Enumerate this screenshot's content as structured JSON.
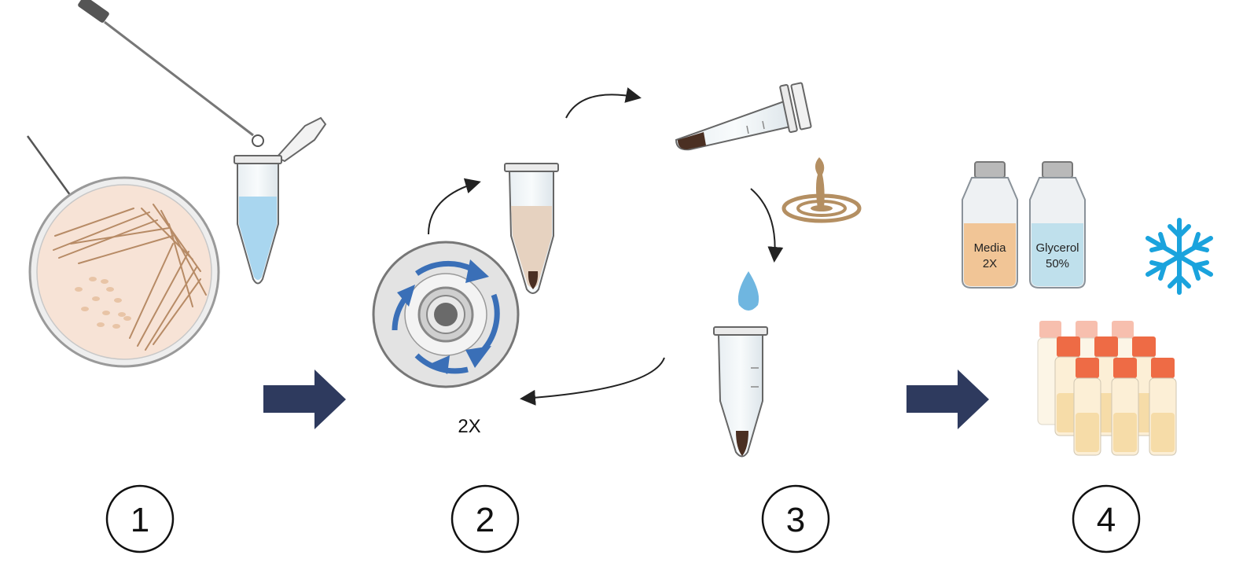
{
  "diagram": {
    "steps": [
      {
        "number": "1"
      },
      {
        "number": "2"
      },
      {
        "number": "3"
      },
      {
        "number": "4"
      }
    ],
    "repeat_label": "2X",
    "bottles": {
      "media": {
        "line1": "Media",
        "line2": "2X"
      },
      "glycerol": {
        "line1": "Glycerol",
        "line2": "50%"
      }
    },
    "colors": {
      "arrow": "#2e3a5e",
      "plate": "#f7e3d6",
      "streak": "#b78b66",
      "liquid_blue": "#a9d6ef",
      "pellet": "#4a2f22",
      "rotor_arrow": "#3a6fb7",
      "snowflake": "#1aa3dd",
      "cap_orange": "#ee6b45",
      "media_fill": "#f1c596",
      "glycerol_fill": "#bfe0ec"
    },
    "icons": [
      "petri-dish-icon",
      "inoculation-loop-icon",
      "tube-icon",
      "centrifuge-icon",
      "snowflake-icon",
      "cryovial-rack-icon",
      "drop-icon",
      "pour-icon"
    ]
  }
}
